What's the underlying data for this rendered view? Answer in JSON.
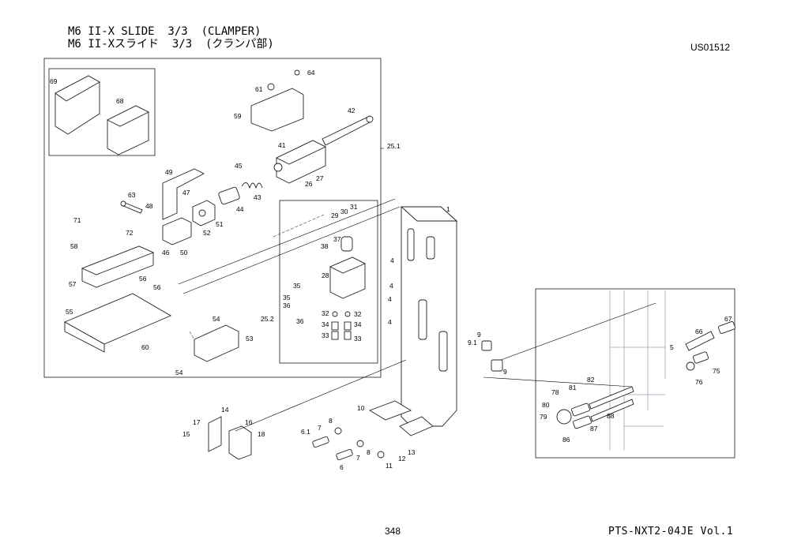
{
  "header": {
    "title_line1": "M6 II-X SLIDE  3/3  (CLAMPER)",
    "title_line2": "M6 II-Xスライド  3/3  (クランパ部)",
    "doc_code": "US01512"
  },
  "footer": {
    "page_number": "348",
    "document_id": "PTS-NXT2-04JE  Vol.1"
  },
  "callouts": [
    "69",
    "68",
    "64",
    "61",
    "59",
    "42",
    "41",
    "25.1",
    "45",
    "43",
    "44",
    "49",
    "47",
    "63",
    "48",
    "51",
    "52",
    "46",
    "50",
    "26",
    "27",
    "29",
    "31",
    "30",
    "37",
    "38",
    "28",
    "71",
    "72",
    "58",
    "57",
    "56",
    "56",
    "55",
    "35",
    "35",
    "36",
    "36",
    "32",
    "32",
    "34",
    "34",
    "33",
    "33",
    "25.2",
    "60",
    "54",
    "53",
    "54",
    "1",
    "4",
    "4",
    "4",
    "4",
    "9.1",
    "9",
    "9",
    "10",
    "8",
    "7",
    "6.1",
    "7",
    "8",
    "6",
    "11",
    "12",
    "13",
    "14",
    "17",
    "16",
    "18",
    "15",
    "67",
    "66",
    "5",
    "75",
    "76",
    "82",
    "78",
    "81",
    "80",
    "79",
    "88",
    "87",
    "86"
  ]
}
